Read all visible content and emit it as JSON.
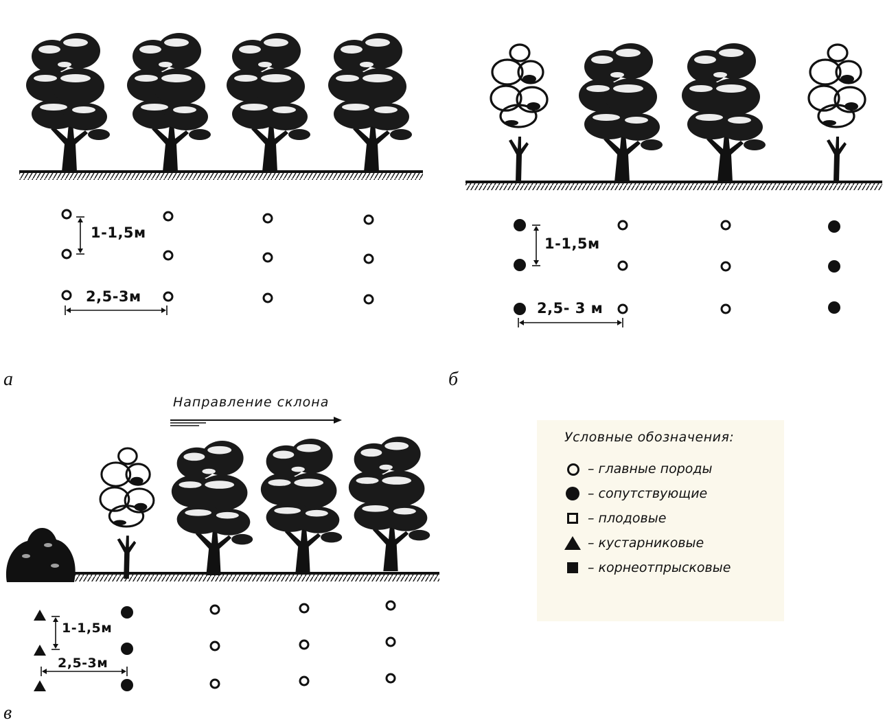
{
  "panels": {
    "a": {
      "label": "а",
      "vertical_spacing": "1-1,5м",
      "horizontal_spacing": "2,5-3м"
    },
    "b": {
      "label": "б",
      "vertical_spacing": "1-1,5м",
      "horizontal_spacing": "2,5- 3 м"
    },
    "v": {
      "label": "в",
      "vertical_spacing": "1-1,5м",
      "horizontal_spacing": "2,5-3м",
      "slope_direction": "Направление склона"
    }
  },
  "legend": {
    "title": "Условные обозначения:",
    "items": [
      {
        "symbol": "open-circle",
        "text": "– главные породы"
      },
      {
        "symbol": "filled-circle",
        "text": "– сопутствующие"
      },
      {
        "symbol": "open-square",
        "text": "– плодовые"
      },
      {
        "symbol": "triangle",
        "text": "– кустарниковые"
      },
      {
        "symbol": "filled-square",
        "text": "– корнеотпрысковые"
      }
    ]
  },
  "colors": {
    "ink": "#111111",
    "legend_background": "#fbf8ec"
  }
}
